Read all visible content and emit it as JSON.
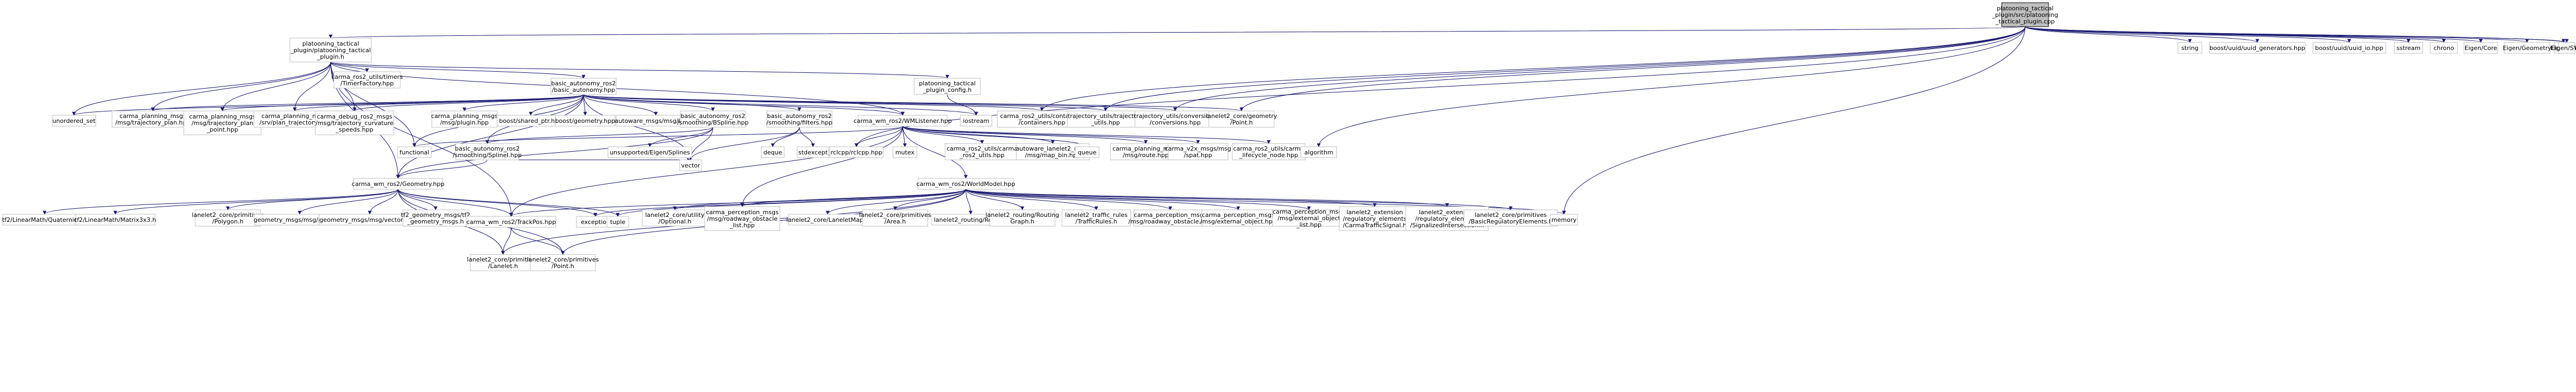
{
  "root": {
    "lines": [
      "platooning_tactical",
      "_plugin/src/platooning",
      "_tactical_plugin.cpp"
    ]
  },
  "nodes": {
    "plugin_hpp": [
      "platooning_tactical",
      "_plugin/platooning_tactical",
      "_plugin.h"
    ],
    "string": [
      "string"
    ],
    "uuid_gen": [
      "boost/uuid/uuid_generators.hpp"
    ],
    "uuid_io": [
      "boost/uuid/uuid_io.hpp"
    ],
    "sstream": [
      "sstream"
    ],
    "chrono": [
      "chrono"
    ],
    "eigen_core": [
      "Eigen/Core"
    ],
    "eigen_geometry": [
      "Eigen/Geometry"
    ],
    "eigen_lu": [
      "Eigen/LU"
    ],
    "eigen_svd": [
      "Eigen/SVD"
    ],
    "timer_factory": [
      "carma_ros2_utils/timers",
      "/TimerFactory.hpp"
    ],
    "basic_autonomy": [
      "basic_autonomy_ros2",
      "/basic_autonomy.hpp"
    ],
    "plugin_config": [
      "platooning_tactical",
      "_plugin_config.h"
    ],
    "unordered_set": [
      "unordered_set"
    ],
    "traj_plan": [
      "carma_planning_msgs",
      "/msg/trajectory_plan.hpp"
    ],
    "traj_plan_point": [
      "carma_planning_msgs",
      "/msg/trajectory_plan",
      "_point.hpp"
    ],
    "plan_traj": [
      "carma_planning_msgs",
      "/srv/plan_trajectory.hpp"
    ],
    "traj_curv_speeds": [
      "carma_debug_ros2_msgs",
      "/msg/trajectory_curvature",
      "_speeds.hpp"
    ],
    "msg_plugin": [
      "carma_planning_msgs",
      "/msg/plugin.hpp"
    ],
    "shared_ptr": [
      "boost/shared_ptr.hpp"
    ],
    "boost_geometry": [
      "boost/geometry.hpp"
    ],
    "autoware_lane": [
      "autoware_msgs/msg/lane.h"
    ],
    "bspline": [
      "basic_autonomy_ros2",
      "/smoothing/BSpline.hpp"
    ],
    "filters": [
      "basic_autonomy_ros2",
      "/smoothing/filters.hpp"
    ],
    "wml": [
      "carma_wm_ros2/WMListener.hpp"
    ],
    "iostream": [
      "iostream"
    ],
    "containers": [
      "carma_ros2_utils/containers",
      "/containers.hpp"
    ],
    "traj_utils": [
      "trajectory_utils/trajectory",
      "_utils.hpp"
    ],
    "conversions": [
      "trajectory_utils/conversions",
      "/conversions.hpp"
    ],
    "point_geom": [
      "lanelet2_core/geometry",
      "/Point.h"
    ],
    "functional": [
      "functional"
    ],
    "spline": [
      "basic_autonomy_ros2",
      "/smoothing/SplineI.hpp"
    ],
    "eigen_splines": [
      "unsupported/Eigen/Splines"
    ],
    "vector": [
      "vector"
    ],
    "deque": [
      "deque"
    ],
    "stdexcept": [
      "stdexcept"
    ],
    "rclcpp": [
      "rclcpp/rclcpp.hpp"
    ],
    "mutex": [
      "mutex"
    ],
    "ros2_utils": [
      "carma_ros2_utils/carma",
      "_ros2_utils.hpp"
    ],
    "map_bin": [
      "autoware_lanelet2_msgs",
      "/msg/map_bin.hpp"
    ],
    "queue": [
      "queue"
    ],
    "route": [
      "carma_planning_msgs",
      "/msg/route.hpp"
    ],
    "spat": [
      "carma_v2x_msgs/msg",
      "/spat.hpp"
    ],
    "lifecycle": [
      "carma_ros2_utils/carma",
      "_lifecycle_node.hpp"
    ],
    "algorithm": [
      "algorithm"
    ],
    "geometry_hpp": [
      "carma_wm_ros2/Geometry.hpp"
    ],
    "worldmodel": [
      "carma_wm_ros2/WorldModel.hpp"
    ],
    "quaternion": [
      "tf2/LinearMath/Quaternion.h"
    ],
    "matrix3x3": [
      "tf2/LinearMath/Matrix3x3.h"
    ],
    "polygon": [
      "lanelet2_core/primitives",
      "/Polygon.h"
    ],
    "pose": [
      "geometry_msgs/msg/pose.hpp"
    ],
    "vector3": [
      "geometry_msgs/msg/vector3.hpp"
    ],
    "tf2_geom": [
      "tf2_geometry_msgs/tf2",
      "_geometry_msgs.h"
    ],
    "trackpos": [
      "carma_wm_ros2/TrackPos.hpp"
    ],
    "exception": [
      "exception"
    ],
    "tuple": [
      "tuple"
    ],
    "optional": [
      "lanelet2_core/utility",
      "/Optional.h"
    ],
    "roadway_obs_list": [
      "carma_perception_msgs",
      "/msg/roadway_obstacle",
      "_list.hpp"
    ],
    "lanelet_map": [
      "lanelet2_core/LaneletMap.h"
    ],
    "area": [
      "lanelet2_core/primitives",
      "/Area.h"
    ],
    "routing_route": [
      "lanelet2_routing/Route.h"
    ],
    "routing_graph": [
      "lanelet2_routing/Routing",
      "Graph.h"
    ],
    "traffic_rules": [
      "lanelet2_traffic_rules",
      "/TrafficRules.h"
    ],
    "roadway_obs": [
      "carma_perception_msgs",
      "/msg/roadway_obstacle.hpp"
    ],
    "ext_obj": [
      "carma_perception_msgs",
      "/msg/external_object.hpp"
    ],
    "ext_obj_list": [
      "carma_perception_msgs",
      "/msg/external_object",
      "_list.hpp"
    ],
    "carma_traffic_signal": [
      "lanelet2_extension",
      "/regulatory_elements",
      "/CarmaTrafficSignal.h"
    ],
    "signalized_intersection": [
      "lanelet2_extension",
      "/regulatory_elements",
      "/SignalizedIntersection.h"
    ],
    "basic_reg": [
      "lanelet2_core/primitives",
      "/BasicRegulatoryElements.h"
    ],
    "memory": [
      "memory"
    ],
    "lanelet_h": [
      "lanelet2_core/primitives",
      "/Lanelet.h"
    ],
    "point_h": [
      "lanelet2_core/primitives",
      "/Point.h"
    ]
  },
  "edges": [
    [
      "root",
      "plugin_hpp"
    ],
    [
      "root",
      "string"
    ],
    [
      "root",
      "uuid_gen"
    ],
    [
      "root",
      "uuid_io"
    ],
    [
      "root",
      "sstream"
    ],
    [
      "root",
      "chrono"
    ],
    [
      "root",
      "eigen_core"
    ],
    [
      "root",
      "eigen_geometry"
    ],
    [
      "root",
      "eigen_lu"
    ],
    [
      "root",
      "eigen_svd"
    ],
    [
      "root",
      "containers"
    ],
    [
      "root",
      "traj_utils"
    ],
    [
      "root",
      "conversions"
    ],
    [
      "root",
      "point_geom"
    ],
    [
      "root",
      "algorithm"
    ],
    [
      "root",
      "memory"
    ],
    [
      "plugin_hpp",
      "timer_factory"
    ],
    [
      "plugin_hpp",
      "basic_autonomy"
    ],
    [
      "plugin_hpp",
      "plugin_config"
    ],
    [
      "plugin_hpp",
      "unordered_set"
    ],
    [
      "plugin_hpp",
      "traj_plan"
    ],
    [
      "plugin_hpp",
      "traj_plan_point"
    ],
    [
      "plugin_hpp",
      "plan_traj"
    ],
    [
      "plugin_hpp",
      "traj_curv_speeds"
    ],
    [
      "plugin_hpp",
      "wml"
    ],
    [
      "plugin_hpp",
      "functional"
    ],
    [
      "plugin_hpp",
      "geometry_hpp"
    ],
    [
      "plugin_hpp",
      "trackpos"
    ],
    [
      "basic_autonomy",
      "unordered_set"
    ],
    [
      "basic_autonomy",
      "traj_plan"
    ],
    [
      "basic_autonomy",
      "traj_plan_point"
    ],
    [
      "basic_autonomy",
      "plan_traj"
    ],
    [
      "basic_autonomy",
      "traj_curv_speeds"
    ],
    [
      "basic_autonomy",
      "msg_plugin"
    ],
    [
      "basic_autonomy",
      "shared_ptr"
    ],
    [
      "basic_autonomy",
      "boost_geometry"
    ],
    [
      "basic_autonomy",
      "autoware_lane"
    ],
    [
      "basic_autonomy",
      "bspline"
    ],
    [
      "basic_autonomy",
      "filters"
    ],
    [
      "basic_autonomy",
      "wml"
    ],
    [
      "basic_autonomy",
      "iostream"
    ],
    [
      "basic_autonomy",
      "containers"
    ],
    [
      "basic_autonomy",
      "traj_utils"
    ],
    [
      "basic_autonomy",
      "conversions"
    ],
    [
      "basic_autonomy",
      "functional"
    ],
    [
      "basic_autonomy",
      "spline"
    ],
    [
      "basic_autonomy",
      "vector"
    ],
    [
      "basic_autonomy",
      "geometry_hpp"
    ],
    [
      "basic_autonomy",
      "point_geom"
    ],
    [
      "plugin_config",
      "iostream"
    ],
    [
      "bspline",
      "spline"
    ],
    [
      "bspline",
      "vector"
    ],
    [
      "bspline",
      "eigen_splines"
    ],
    [
      "bspline",
      "geometry_hpp"
    ],
    [
      "filters",
      "vector"
    ],
    [
      "filters",
      "deque"
    ],
    [
      "filters",
      "stdexcept"
    ],
    [
      "wml",
      "functional"
    ],
    [
      "wml",
      "rclcpp"
    ],
    [
      "wml",
      "mutex"
    ],
    [
      "wml",
      "ros2_utils"
    ],
    [
      "wml",
      "map_bin"
    ],
    [
      "wml",
      "queue"
    ],
    [
      "wml",
      "route"
    ],
    [
      "wml",
      "spat"
    ],
    [
      "wml",
      "lifecycle"
    ],
    [
      "wml",
      "worldmodel"
    ],
    [
      "wml",
      "trackpos"
    ],
    [
      "wml",
      "roadway_obs_list"
    ],
    [
      "spline",
      "vector"
    ],
    [
      "spline",
      "geometry_hpp"
    ],
    [
      "geometry_hpp",
      "quaternion"
    ],
    [
      "geometry_hpp",
      "matrix3x3"
    ],
    [
      "geometry_hpp",
      "polygon"
    ],
    [
      "geometry_hpp",
      "pose"
    ],
    [
      "geometry_hpp",
      "vector3"
    ],
    [
      "geometry_hpp",
      "tf2_geom"
    ],
    [
      "geometry_hpp",
      "trackpos"
    ],
    [
      "geometry_hpp",
      "exception"
    ],
    [
      "geometry_hpp",
      "tuple"
    ],
    [
      "geometry_hpp",
      "lanelet_h"
    ],
    [
      "geometry_hpp",
      "point_h"
    ],
    [
      "trackpos",
      "lanelet_h"
    ],
    [
      "trackpos",
      "point_h"
    ],
    [
      "worldmodel",
      "trackpos"
    ],
    [
      "worldmodel",
      "exception"
    ],
    [
      "worldmodel",
      "tuple"
    ],
    [
      "worldmodel",
      "optional"
    ],
    [
      "worldmodel",
      "roadway_obs_list"
    ],
    [
      "worldmodel",
      "lanelet_map"
    ],
    [
      "worldmodel",
      "area"
    ],
    [
      "worldmodel",
      "routing_route"
    ],
    [
      "worldmodel",
      "routing_graph"
    ],
    [
      "worldmodel",
      "traffic_rules"
    ],
    [
      "worldmodel",
      "roadway_obs"
    ],
    [
      "worldmodel",
      "ext_obj"
    ],
    [
      "worldmodel",
      "ext_obj_list"
    ],
    [
      "worldmodel",
      "carma_traffic_signal"
    ],
    [
      "worldmodel",
      "signalized_intersection"
    ],
    [
      "worldmodel",
      "basic_reg"
    ],
    [
      "worldmodel",
      "memory"
    ],
    [
      "worldmodel",
      "lanelet_h"
    ],
    [
      "worldmodel",
      "point_h"
    ],
    [
      "root",
      "rclcpp"
    ]
  ]
}
